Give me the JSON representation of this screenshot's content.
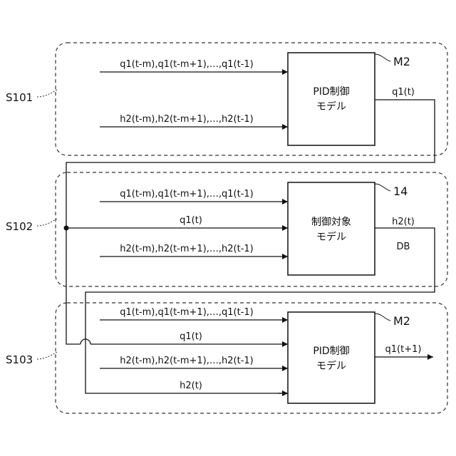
{
  "steps": [
    {
      "label": "S101",
      "block": {
        "line1": "PID制御",
        "line2": "モデル",
        "ref": "M2"
      },
      "inputs": [
        "q1(t-m),q1(t-m+1),…,q1(t-1)",
        "h2(t-m),h2(t-m+1),…,h2(t-1)"
      ],
      "output": "q1(t)"
    },
    {
      "label": "S102",
      "block": {
        "line1": "制御対象",
        "line2": "モデル",
        "ref": "14"
      },
      "inputs": [
        "q1(t-m),q1(t-m+1),…,q1(t-1)",
        "q1(t)",
        "h2(t-m),h2(t-m+1),…,h2(t-1)"
      ],
      "output": "h2(t)",
      "output_note": "DB"
    },
    {
      "label": "S103",
      "block": {
        "line1": "PID制御",
        "line2": "モデル",
        "ref": "M2"
      },
      "inputs": [
        "q1(t-m),q1(t-m+1),…,q1(t-1)",
        "q1(t)",
        "h2(t-m),h2(t-m+1),…,h2(t-1)",
        "h2(t)"
      ],
      "output": "q1(t+1)"
    }
  ]
}
